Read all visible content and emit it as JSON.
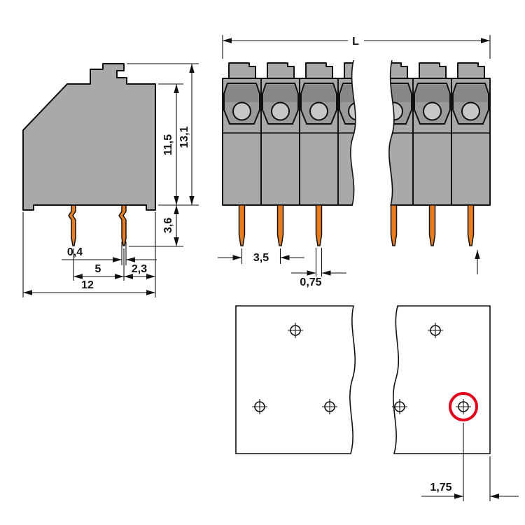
{
  "drawing_title": "terminal-block-dimension-drawing",
  "colors": {
    "body_gray": "#a9a9a9",
    "recess_gray": "#9a9a9a",
    "shadow_gray": "#878787",
    "button_gray": "#c8c8c8",
    "pin_orange": "#e87c1e",
    "highlight_red": "#e2001a",
    "line_black": "#111111"
  },
  "side_view": {
    "dims": {
      "pin_width": "0,4",
      "pitch": "5",
      "edge_offset": "2,3",
      "total_width": "12",
      "body_height": "11,5",
      "total_height": "13,1",
      "pin_length": "3,6"
    }
  },
  "front_view": {
    "dims": {
      "length": "L",
      "pitch": "3,5",
      "pin_width": "0,75"
    }
  },
  "drill_plan": {
    "dims": {
      "edge_distance": "1,75"
    }
  }
}
